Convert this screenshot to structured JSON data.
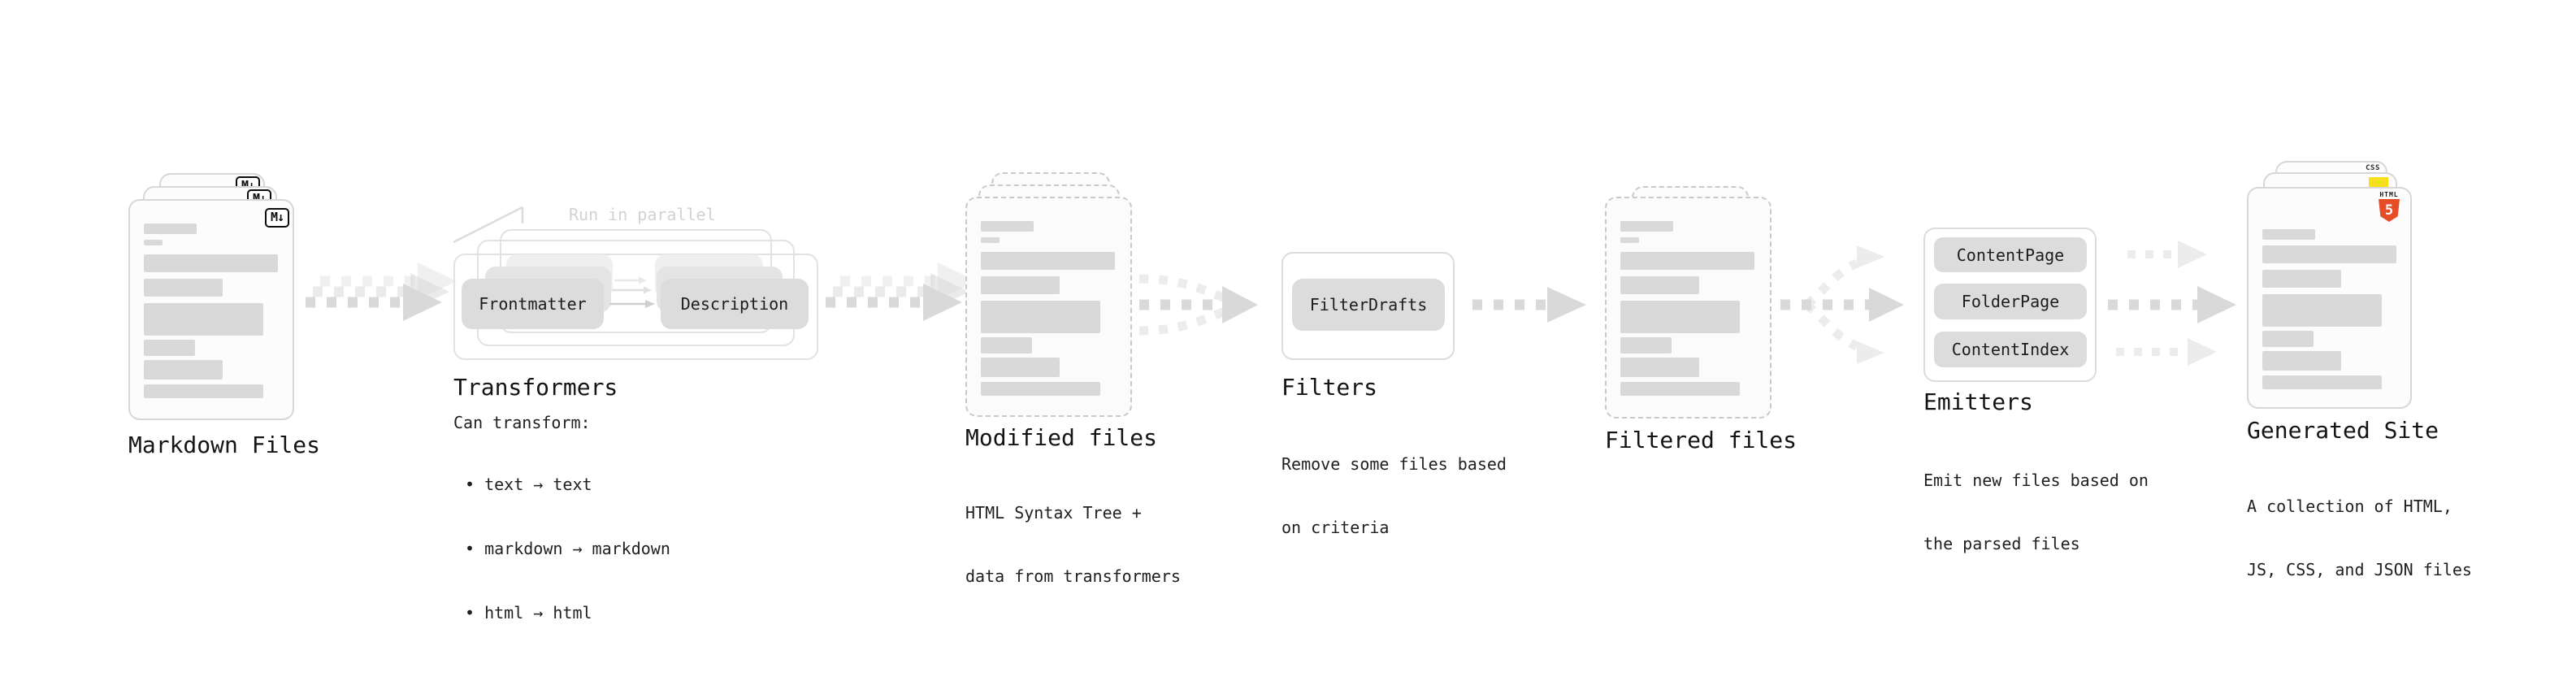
{
  "colors": {
    "arrow_dark": "#d9d9d9",
    "arrow_light": "#ececec",
    "pill_bg": "#dcdcdc",
    "html5_orange": "#e44d26",
    "js_yellow": "#f6df1d",
    "css_blue": "#2d6ff2"
  },
  "stages": {
    "markdown": {
      "title": "Markdown Files",
      "badge": "M↓"
    },
    "transformers": {
      "title": "Transformers",
      "annotation": "Run in parallel",
      "pill_left": "Frontmatter",
      "pill_right": "Description",
      "desc_title": "Can transform:",
      "bullets": [
        "• text → text",
        "• markdown → markdown",
        "• html → html"
      ]
    },
    "modified": {
      "title": "Modified files",
      "subtitle_line1": "HTML Syntax Tree +",
      "subtitle_line2": "data from transformers"
    },
    "filters": {
      "title": "Filters",
      "pill": "FilterDrafts",
      "subtitle_line1": "Remove some files based",
      "subtitle_line2": "on criteria"
    },
    "filtered": {
      "title": "Filtered files"
    },
    "emitters": {
      "title": "Emitters",
      "pills": [
        "ContentPage",
        "FolderPage",
        "ContentIndex"
      ],
      "subtitle_line1": "Emit new files based on",
      "subtitle_line2": "the parsed files"
    },
    "generated": {
      "title": "Generated Site",
      "subtitle_line1": "A collection of HTML,",
      "subtitle_line2": "JS, CSS, and JSON files",
      "css_badge": "CSS",
      "html5_word": "HTML",
      "html5_number": "5"
    }
  }
}
